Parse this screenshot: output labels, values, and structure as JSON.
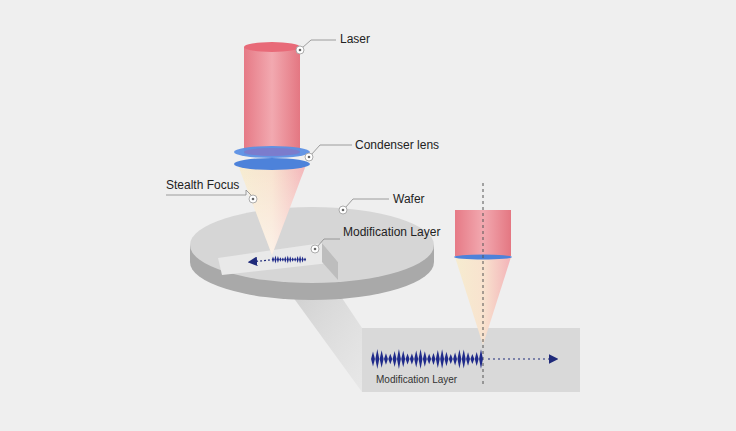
{
  "diagram": {
    "nodes": [
      {
        "text": [
          "Modification Layer"
        ]
      }
    ],
    "labels": [
      "Laser",
      "Condenser lens",
      "Stealth Focus",
      "Wafer",
      "Modification Layer"
    ]
  }
}
